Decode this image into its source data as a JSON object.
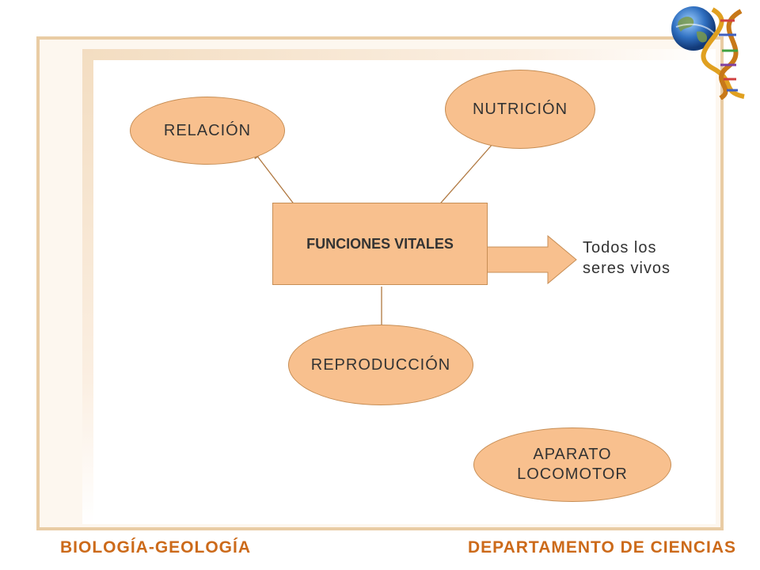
{
  "diagram": {
    "center_label": "FUNCIONES VITALES",
    "nodes": {
      "relacion": "RELACIÓN",
      "nutricion": "NUTRICIÓN",
      "reproduccion": "REPRODUCCIÓN",
      "aparato_line1": "APARATO",
      "aparato_line2": "LOCOMOTOR"
    },
    "side_text_line1": "Todos los",
    "side_text_line2": "seres vivos"
  },
  "footer": {
    "left": "BIOLOGÍA-GEOLOGÍA",
    "right": "DEPARTAMENTO DE CIENCIAS"
  },
  "colors": {
    "node_fill": "#f8c08e",
    "frame": "#e9cca4",
    "footer_text": "#cc6a1a",
    "connector": "#b07840"
  },
  "logo": {
    "icon": "globe-dna-helix-icon"
  }
}
